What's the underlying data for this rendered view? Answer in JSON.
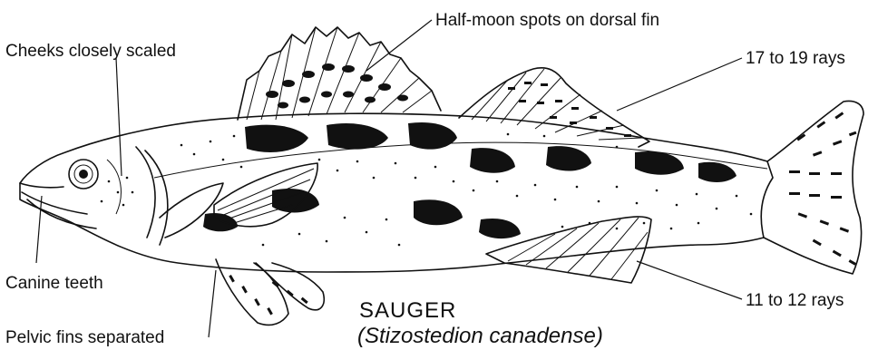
{
  "figure": {
    "labels": {
      "dorsal_spots": "Half-moon spots on dorsal fin",
      "cheeks": "Cheeks closely scaled",
      "rays_dorsal": "17 to 19 rays",
      "canine": "Canine teeth",
      "rays_anal": "11 to 12 rays",
      "pelvic": "Pelvic fins separated"
    },
    "title": "SAUGER",
    "scientific_name": "(Stizostedion canadense)"
  }
}
